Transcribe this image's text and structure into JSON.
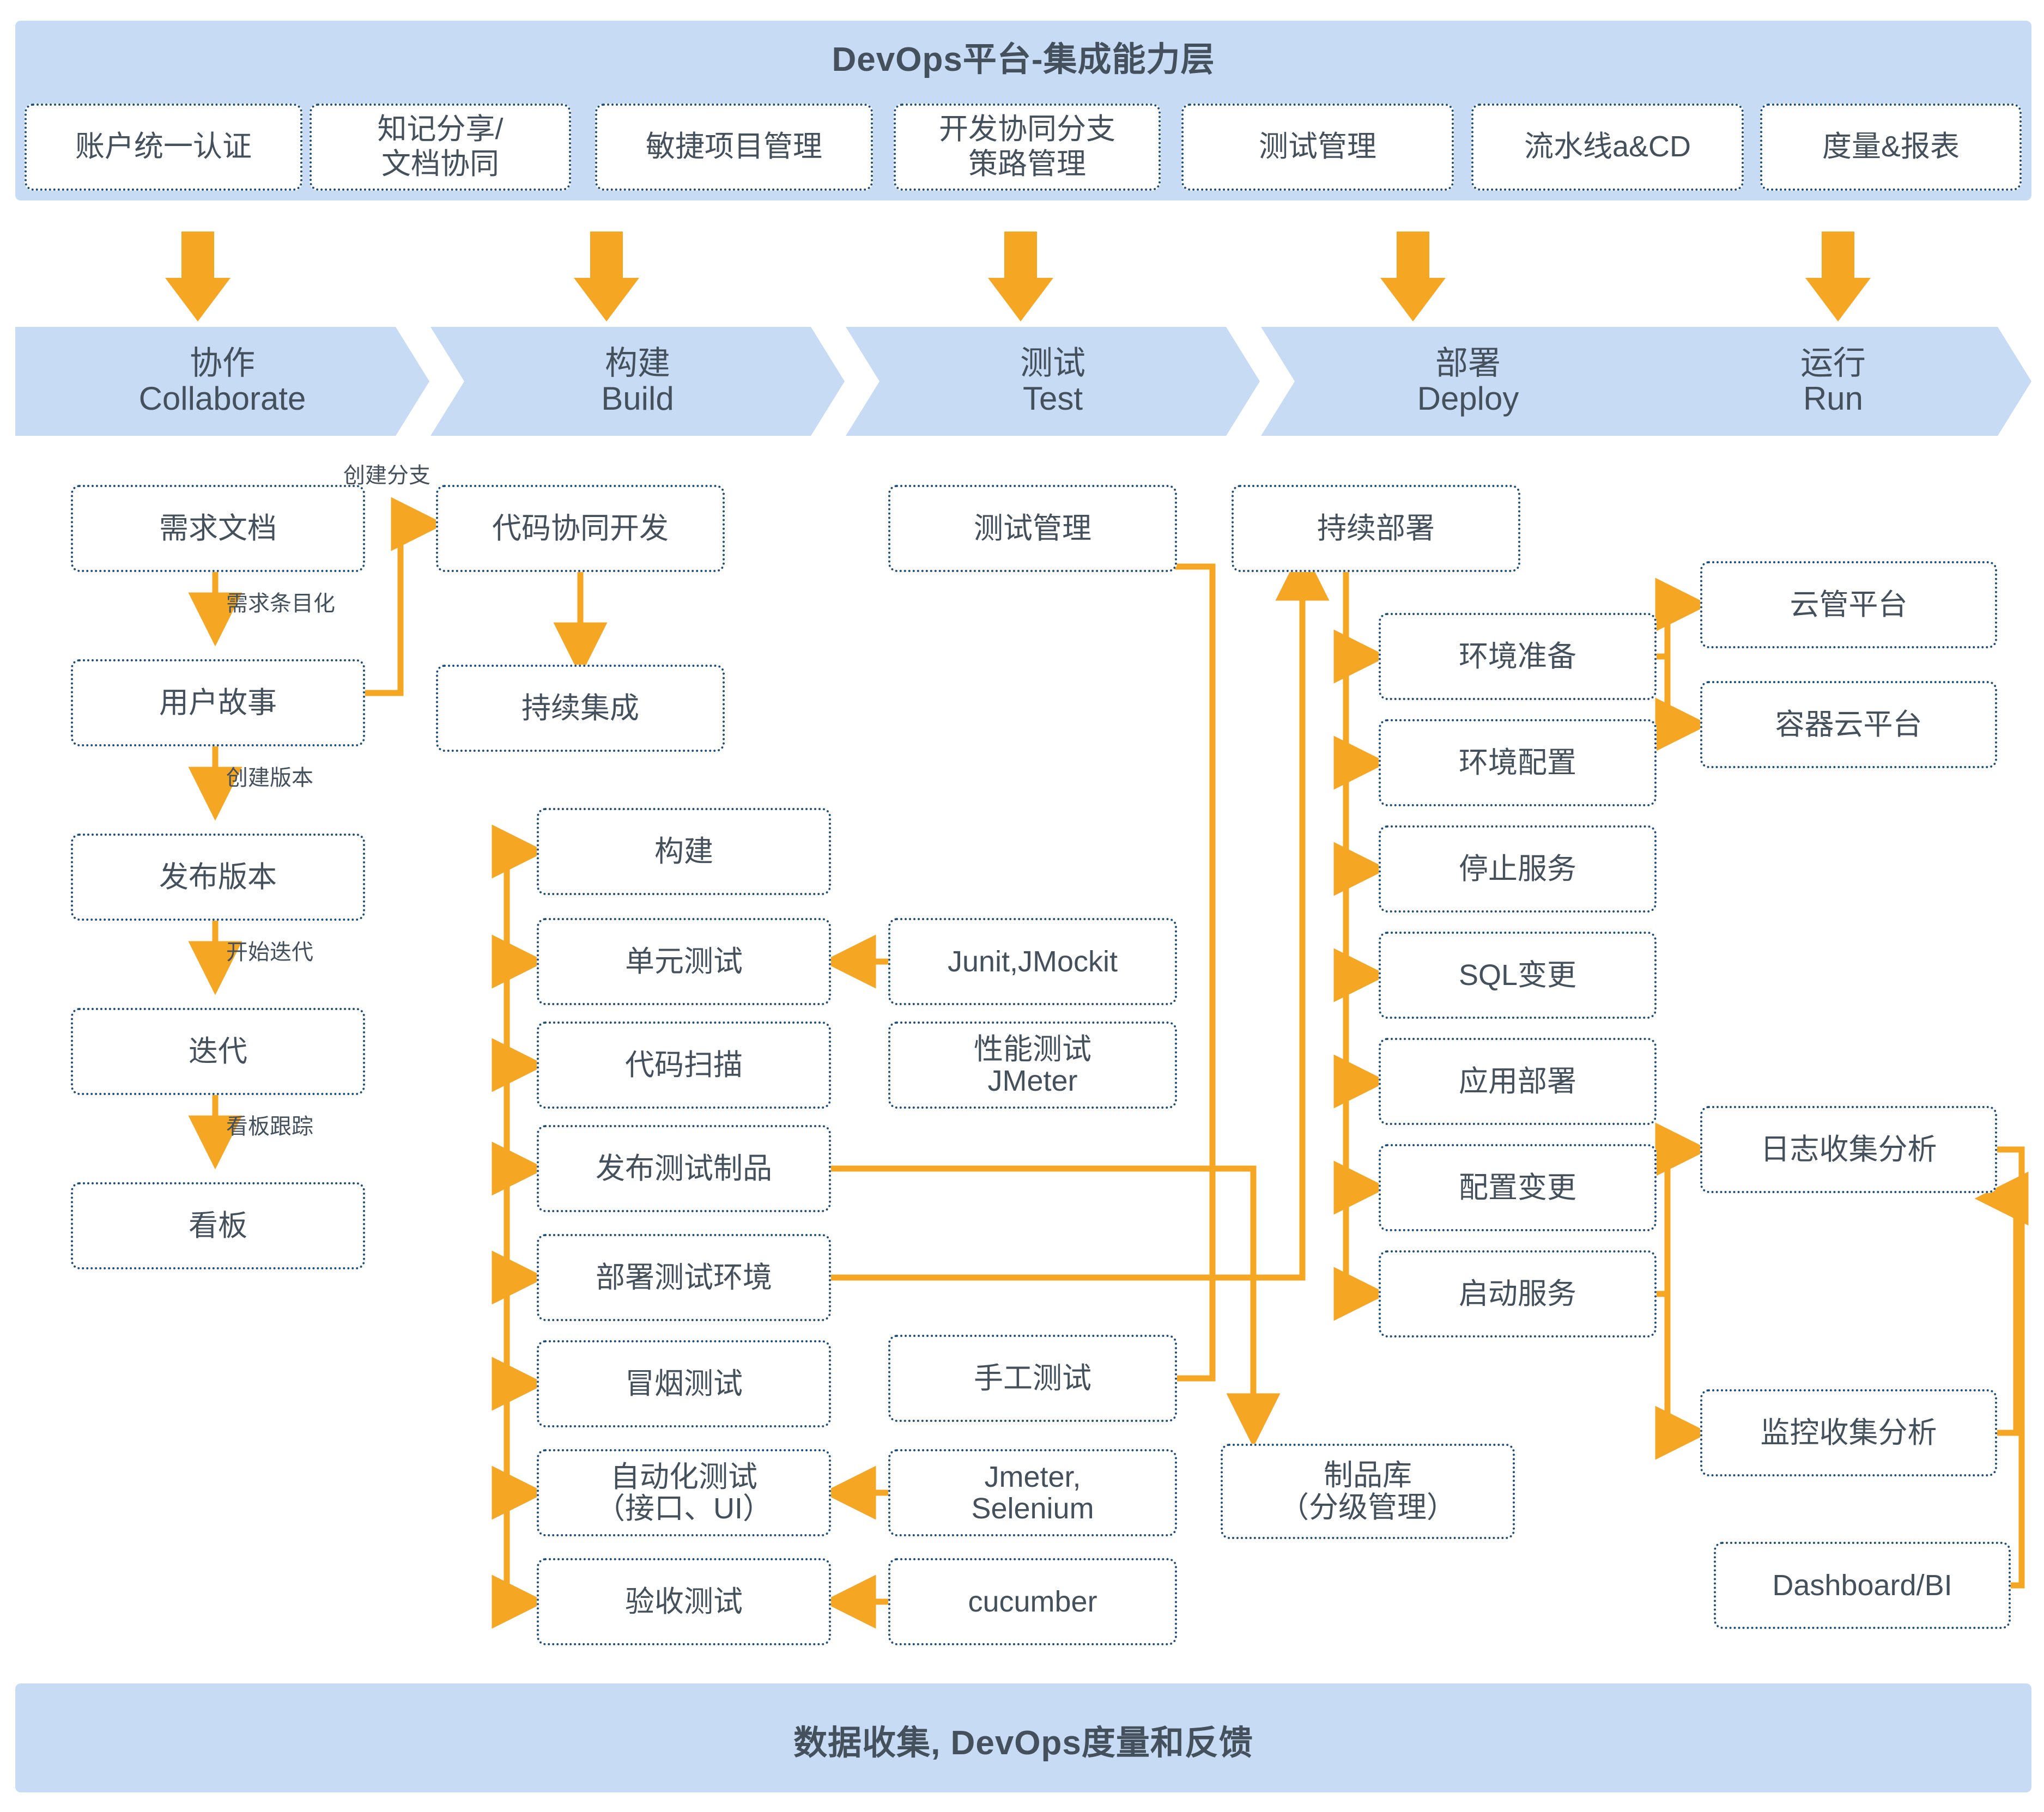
{
  "header": {
    "title": "DevOps平台-集成能力层",
    "capabilities": [
      {
        "label": "账户统一认证"
      },
      {
        "label": "知记分享/\n文档协同"
      },
      {
        "label": "敏捷项目管理"
      },
      {
        "label": "开发协同分支\n策路管理"
      },
      {
        "label": "测试管理"
      },
      {
        "label": "流水线a&CD"
      },
      {
        "label": "度量&报表"
      }
    ]
  },
  "stages": [
    {
      "cn": "协作",
      "en": "Collaborate"
    },
    {
      "cn": "构建",
      "en": "Build"
    },
    {
      "cn": "测试",
      "en": "Test"
    },
    {
      "cn": "部署",
      "en": "Deploy"
    },
    {
      "cn": "运行",
      "en": "Run"
    }
  ],
  "collaborate_lane": {
    "nodes": [
      {
        "label": "需求文档"
      },
      {
        "label": "用户故事"
      },
      {
        "label": "发布版本"
      },
      {
        "label": "迭代"
      },
      {
        "label": "看板"
      }
    ],
    "edge_labels": [
      "需求条目化",
      "创建版本",
      "开始迭代",
      "看板跟踪"
    ]
  },
  "build_lane": {
    "branch_label": "创建分支",
    "nodes": [
      {
        "label": "代码协同开发"
      },
      {
        "label": "持续集成"
      }
    ],
    "ci_steps": [
      {
        "label": "构建"
      },
      {
        "label": "单元测试"
      },
      {
        "label": "代码扫描"
      },
      {
        "label": "发布测试制品"
      },
      {
        "label": "部署测试环境"
      },
      {
        "label": "冒烟测试"
      },
      {
        "label": "自动化测试\n（接口、UI）"
      },
      {
        "label": "验收测试"
      }
    ]
  },
  "test_lane": {
    "nodes": [
      {
        "label": "测试管理"
      },
      {
        "label": "Junit,JMockit"
      },
      {
        "label": "性能测试\nJMeter"
      },
      {
        "label": "手工测试"
      },
      {
        "label": "Jmeter,\nSelenium"
      },
      {
        "label": "cucumber"
      }
    ],
    "artifact_repo": {
      "label": "制品库\n（分级管理）"
    }
  },
  "deploy_lane": {
    "nodes": [
      {
        "label": "持续部署"
      }
    ],
    "steps": [
      {
        "label": "环境准备"
      },
      {
        "label": "环境配置"
      },
      {
        "label": "停止服务"
      },
      {
        "label": "SQL变更"
      },
      {
        "label": "应用部署"
      },
      {
        "label": "配置变更"
      },
      {
        "label": "启动服务"
      }
    ]
  },
  "run_lane": {
    "nodes": [
      {
        "label": "云管平台"
      },
      {
        "label": "容器云平台"
      },
      {
        "label": "日志收集分析"
      },
      {
        "label": "监控收集分析"
      },
      {
        "label": "Dashboard/BI"
      }
    ]
  },
  "footer": {
    "title": "数据收集, DevOps度量和反馈"
  },
  "colors": {
    "band": "#c7dcf4",
    "arrow": "#f5a623",
    "box_border": "#1f4e79",
    "text": "#44505c"
  }
}
